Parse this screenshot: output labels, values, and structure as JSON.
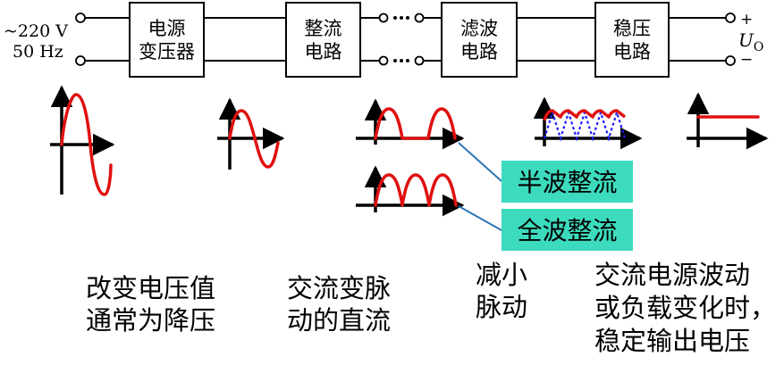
{
  "input": {
    "voltage": "~220 V",
    "frequency": "50 Hz"
  },
  "blocks": [
    {
      "id": "transformer",
      "line1": "电源",
      "line2": "变压器"
    },
    {
      "id": "rectifier",
      "line1": "整流",
      "line2": "电路"
    },
    {
      "id": "filter",
      "line1": "滤波",
      "line2": "电路"
    },
    {
      "id": "regulator",
      "line1": "稳压",
      "line2": "电路"
    }
  ],
  "output": {
    "plus": "+",
    "minus": "−",
    "symbol": "U",
    "subscript": "O"
  },
  "callouts": {
    "half_wave": "半波整流",
    "full_wave": "全波整流"
  },
  "callout_bg": "#3ddbbd",
  "wave_color": "#e01010",
  "ripple_color": "#1a1aff",
  "captions": {
    "transformer": [
      "改变电压值",
      "通常为降压"
    ],
    "rectifier": [
      "交流变脉",
      "动的直流"
    ],
    "filter": [
      "减小",
      "脉动"
    ],
    "regulator": [
      "交流电源波动",
      "或负载变化时，",
      "稳定输出电压"
    ]
  }
}
